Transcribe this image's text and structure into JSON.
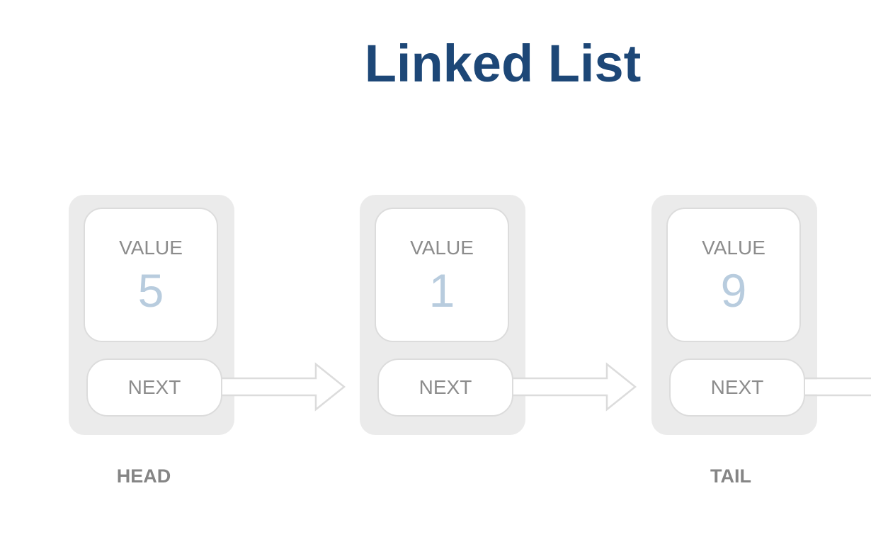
{
  "title": "Linked List",
  "nodes": [
    {
      "value_label": "VALUE",
      "value": "5",
      "next_label": "NEXT"
    },
    {
      "value_label": "VALUE",
      "value": "1",
      "next_label": "NEXT"
    },
    {
      "value_label": "VALUE",
      "value": "9",
      "next_label": "NEXT"
    }
  ],
  "markers": {
    "head": "HEAD",
    "tail": "TAIL"
  }
}
